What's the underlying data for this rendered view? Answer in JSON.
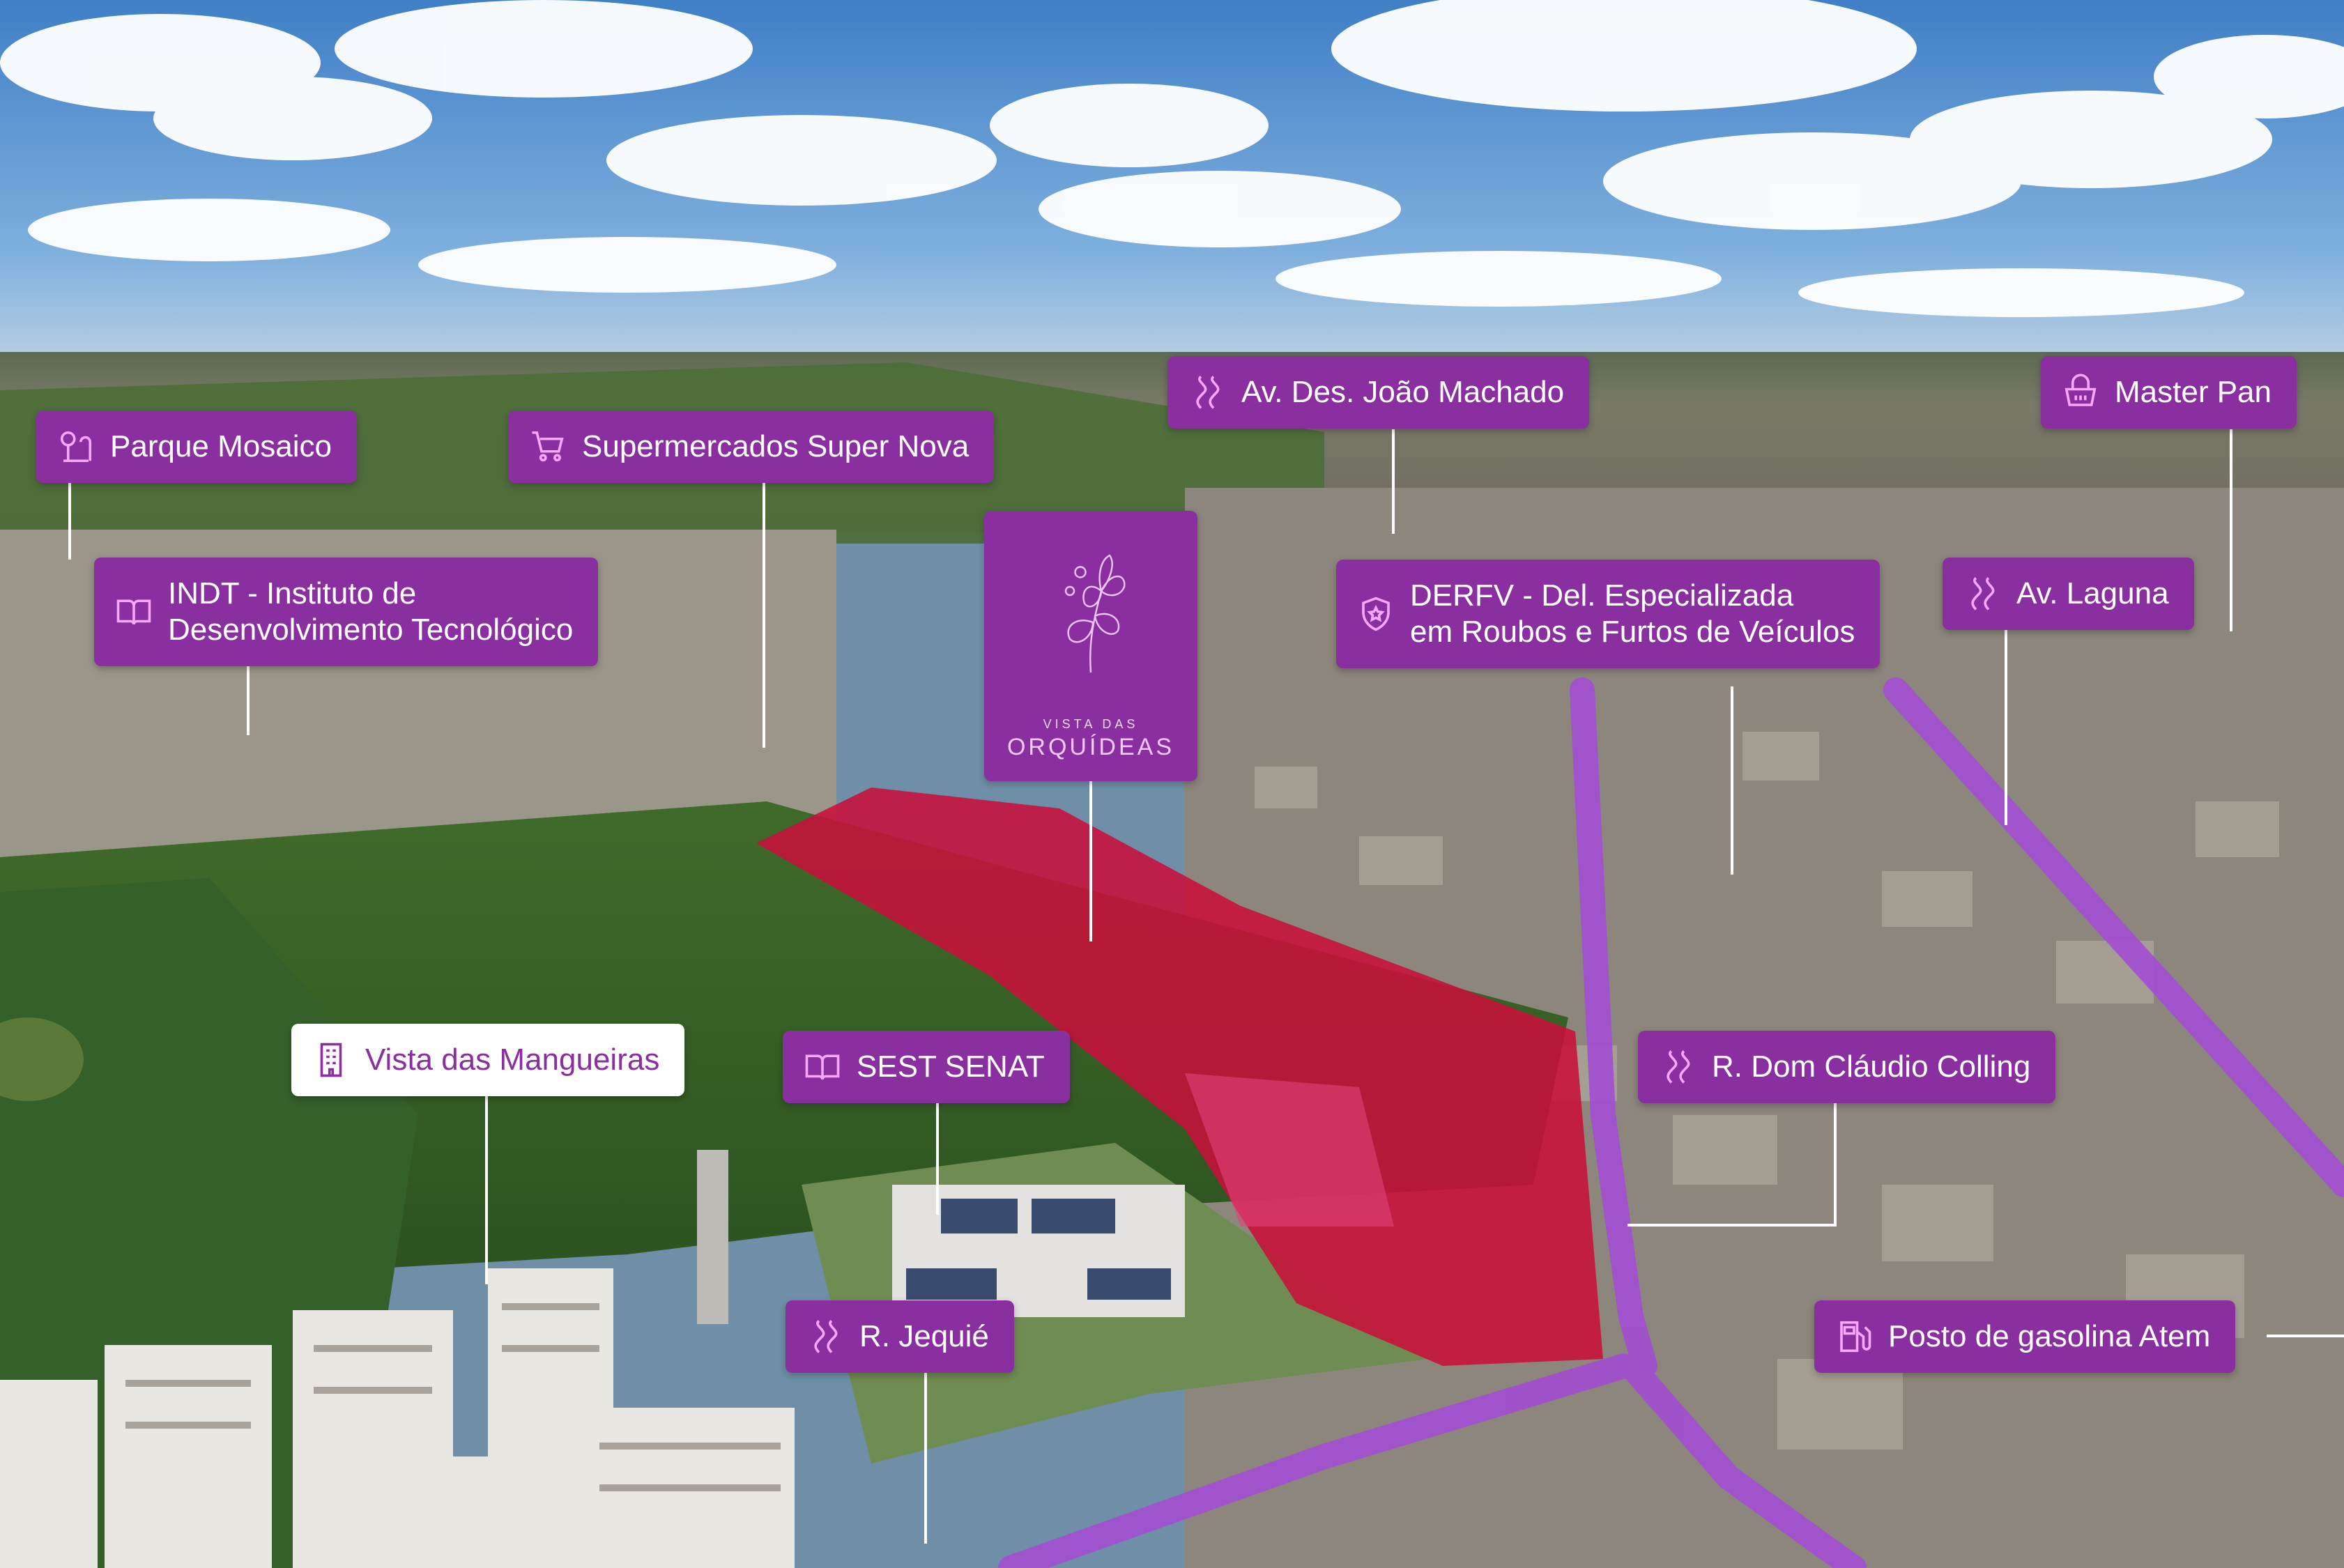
{
  "colors": {
    "accent": "#8a2f9f",
    "highlight_plot": "#c8103a",
    "route": "#a24fd0",
    "label_text": "#ffffff"
  },
  "logo": {
    "line1": "VISTA DAS",
    "line2": "ORQUÍDEAS",
    "icon": "orchid-icon"
  },
  "labels": {
    "parque_mosaico": {
      "text": "Parque Mosaico",
      "icon": "park-icon"
    },
    "super_nova": {
      "text": "Supermercados Super Nova",
      "icon": "shopping-cart-icon"
    },
    "joao_machado": {
      "text": "Av. Des. João Machado",
      "icon": "road-icon"
    },
    "master_pan": {
      "text": "Master Pan",
      "icon": "bakery-basket-icon"
    },
    "indt": {
      "line1": "INDT - Instituto de",
      "line2": "Desenvolvimento Tecnológico",
      "icon": "book-icon"
    },
    "derfv": {
      "line1": "DERFV - Del. Especializada",
      "line2": "em Roubos e Furtos de Veículos",
      "icon": "police-badge-icon"
    },
    "laguna": {
      "text": "Av. Laguna",
      "icon": "road-icon"
    },
    "vista_mangueiras": {
      "text": "Vista das Mangueiras",
      "icon": "building-icon"
    },
    "sest_senat": {
      "text": "SEST SENAT",
      "icon": "book-icon"
    },
    "dom_claudio": {
      "text": "R. Dom Cláudio Colling",
      "icon": "road-icon"
    },
    "jequie": {
      "text": "R. Jequié",
      "icon": "road-icon"
    },
    "posto_atem": {
      "text": "Posto de gasolina Atem",
      "icon": "fuel-pump-icon"
    }
  }
}
